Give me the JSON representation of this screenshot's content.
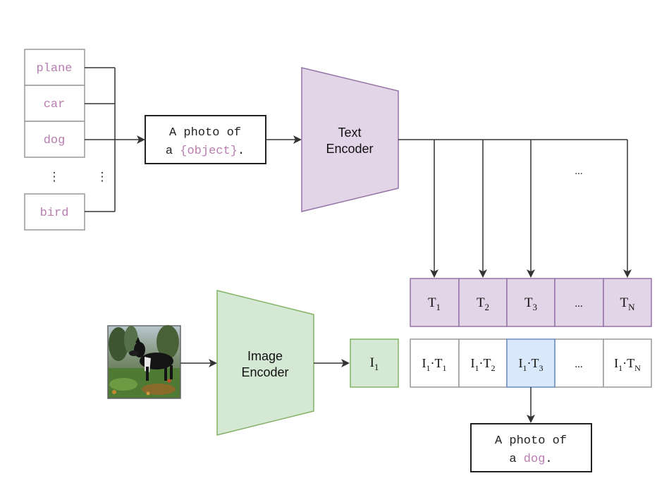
{
  "classes": [
    "plane",
    "car",
    "dog",
    "bird"
  ],
  "ellipsis_vertical": "⋮",
  "ellipsis": "...",
  "template": {
    "line1": "A photo of",
    "line2_prefix": "a ",
    "placeholder": "{object}",
    "line2_suffix": "."
  },
  "text_encoder": {
    "line1": "Text",
    "line2": "Encoder"
  },
  "image_encoder": {
    "line1": "Image",
    "line2": "Encoder"
  },
  "text_embeddings": [
    {
      "base": "T",
      "sub": "1"
    },
    {
      "base": "T",
      "sub": "2"
    },
    {
      "base": "T",
      "sub": "3"
    },
    {
      "base": "...",
      "sub": ""
    },
    {
      "base": "T",
      "sub": "N"
    }
  ],
  "image_embedding": {
    "base": "I",
    "sub": "1"
  },
  "similarities": [
    {
      "a": "I",
      "a_sub": "1",
      "dot": "·",
      "b": "T",
      "b_sub": "1"
    },
    {
      "a": "I",
      "a_sub": "1",
      "dot": "·",
      "b": "T",
      "b_sub": "2"
    },
    {
      "a": "I",
      "a_sub": "1",
      "dot": "·",
      "b": "T",
      "b_sub": "3"
    },
    {
      "a": "...",
      "a_sub": "",
      "dot": "",
      "b": "",
      "b_sub": ""
    },
    {
      "a": "I",
      "a_sub": "1",
      "dot": "·",
      "b": "T",
      "b_sub": "N"
    }
  ],
  "result": {
    "line1": "A photo of",
    "line2_prefix": "a ",
    "object": "dog",
    "line2_suffix": "."
  },
  "colors": {
    "class_text": "#b97db0",
    "text_encoder_fill": "#e1d5e7",
    "text_encoder_stroke": "#9673a6",
    "image_encoder_fill": "#d5e8d4",
    "image_encoder_stroke": "#82b366",
    "highlight_fill": "#dae8fc",
    "highlight_stroke": "#6c8ebf",
    "box_stroke": "#222222",
    "grey_stroke": "#999999"
  }
}
